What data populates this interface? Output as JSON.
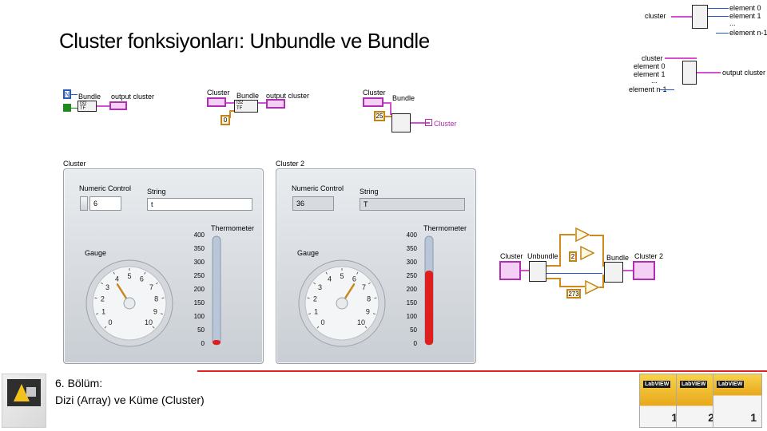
{
  "slide": {
    "title": "Cluster fonksiyonları: Unbundle ve Bundle",
    "chapter_line1": "6. Bölüm:",
    "chapter_line2": "Dizi (Array) ve Küme (Cluster)"
  },
  "legend_unbundle": {
    "input": "cluster",
    "out1": "element 0",
    "out2": "element 1",
    "dots": "...",
    "outn": "element n-1"
  },
  "legend_bundle": {
    "in0": "cluster",
    "in1": "element 0",
    "in2": "element 1",
    "dots": "...",
    "inn": "element n-1",
    "output": "output cluster"
  },
  "diagram1": {
    "bundle": "Bundle",
    "output": "output cluster",
    "n_label": "N",
    "n_terms": [
      "I32",
      "TF"
    ]
  },
  "diagram2": {
    "cluster": "Cluster",
    "bundle": "Bundle",
    "output": "output cluster",
    "const": "0",
    "in_terms": [
      "I32",
      "TF"
    ]
  },
  "diagram3": {
    "cluster": "Cluster",
    "bundle": "Bundle",
    "const": "25",
    "output": "Cluster"
  },
  "panel1": {
    "caption": "Cluster",
    "numeric_label": "Numeric Control",
    "numeric_value": "6",
    "string_label": "String",
    "string_value": "t",
    "gauge_label": "Gauge",
    "thermo_label": "Thermometer",
    "gauge_value": 3.8,
    "thermo_value": 15
  },
  "panel2": {
    "caption": "Cluster 2",
    "numeric_label": "Numeric Control",
    "numeric_value": "36",
    "string_label": "String",
    "string_value": "T",
    "gauge_label": "Gauge",
    "thermo_label": "Thermometer",
    "gauge_value": 6.2,
    "thermo_value": 273
  },
  "gauge_ticks": [
    "0",
    "1",
    "2",
    "3",
    "4",
    "5",
    "6",
    "7",
    "8",
    "9",
    "10"
  ],
  "thermo_ticks": [
    "400",
    "350",
    "300",
    "250",
    "200",
    "150",
    "100",
    "50",
    "0"
  ],
  "diagram4": {
    "cluster": "Cluster",
    "unbundle": "Unbundle",
    "bundle": "Bundle",
    "cluster2": "Cluster 2",
    "const_mul": "2",
    "const_add": "273"
  },
  "colors": {
    "cluster_wire": "#d24fd2",
    "numeric_wire": "#d08a1a",
    "accent_red": "#e02020"
  }
}
